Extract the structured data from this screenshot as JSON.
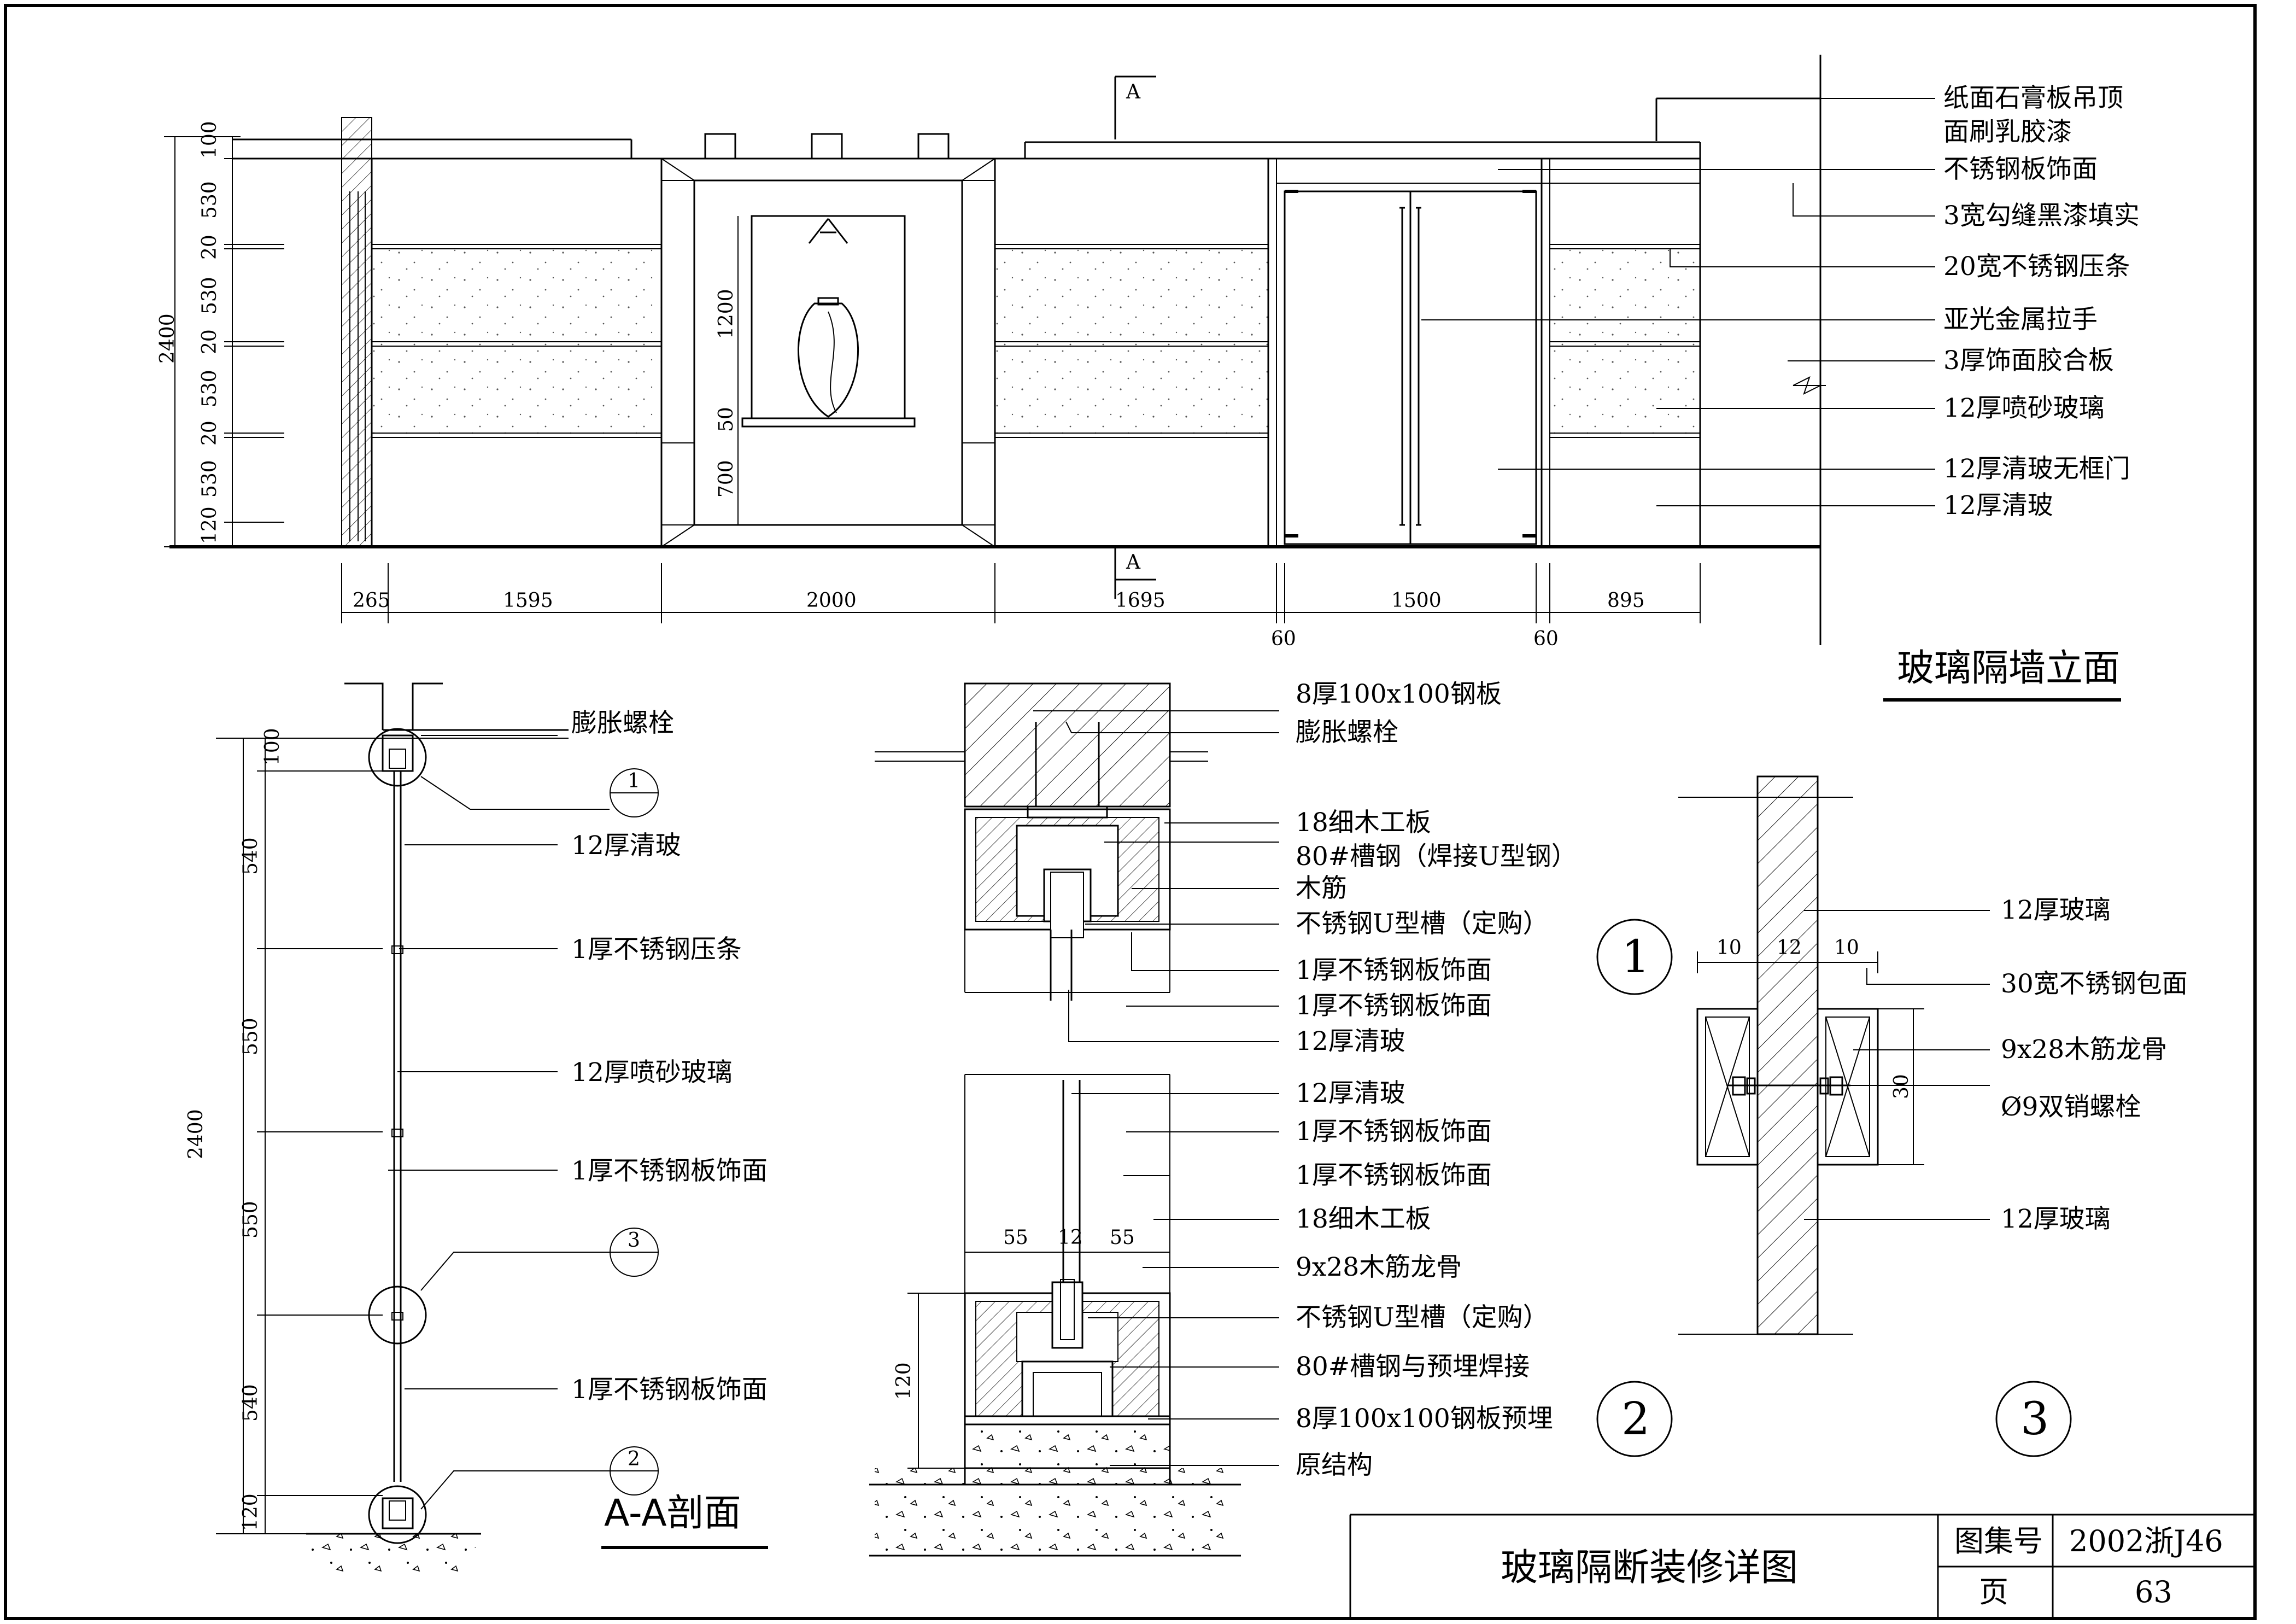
{
  "elevation": {
    "title": "玻璃隔墙立面",
    "section_mark": "A",
    "labels": [
      "纸面石膏板吊顶",
      "面刷乳胶漆",
      "不锈钢板饰面",
      "3宽勾缝黑漆填实",
      "20宽不锈钢压条",
      "亚光金属拉手",
      "3厚饰面胶合板",
      "12厚喷砂玻璃",
      "12厚清玻无框门",
      "12厚清玻"
    ],
    "vertical_dims": [
      "100",
      "530",
      "20",
      "530",
      "20",
      "530",
      "20",
      "530",
      "120"
    ],
    "overall_height": "2400",
    "niche_dims": [
      "1200",
      "50",
      "700"
    ],
    "horizontal_dims": [
      "265",
      "1595",
      "2000",
      "1695",
      "1500",
      "895"
    ],
    "small_dims": [
      "60",
      "60"
    ]
  },
  "section_aa": {
    "title": "A-A剖面",
    "labels": [
      "膨胀螺栓",
      "12厚清玻",
      "1厚不锈钢压条",
      "12厚喷砂玻璃",
      "1厚不锈钢板饰面",
      "1厚不锈钢板饰面"
    ],
    "dims": [
      "100",
      "540",
      "550",
      "550",
      "540",
      "120"
    ],
    "overall": "2400",
    "callouts": [
      "1",
      "3",
      "2"
    ]
  },
  "detail_1": {
    "number": "1",
    "labels": [
      "8厚100x100钢板",
      "膨胀螺栓",
      "18细木工板",
      "80#槽钢（焊接U型钢）",
      "木筋",
      "不锈钢U型槽（定购）",
      "1厚不锈钢板饰面",
      "1厚不锈钢板饰面",
      "12厚清玻"
    ]
  },
  "detail_2": {
    "number": "2",
    "labels": [
      "12厚清玻",
      "1厚不锈钢板饰面",
      "1厚不锈钢板饰面",
      "18细木工板",
      "9x28木筋龙骨",
      "不锈钢U型槽（定购）",
      "80#槽钢与预埋焊接",
      "8厚100x100钢板预埋",
      "原结构"
    ],
    "dims": [
      "55",
      "12",
      "55",
      "120"
    ]
  },
  "detail_3": {
    "number": "3",
    "labels": [
      "12厚玻璃",
      "30宽不锈钢包面",
      "9x28木筋龙骨",
      "Ø9双销螺栓",
      "12厚玻璃"
    ],
    "dims": [
      "10",
      "12",
      "10",
      "30"
    ]
  },
  "title_block": {
    "title": "玻璃隔断装修详图",
    "atlas_label": "图集号",
    "atlas_value": "2002浙J46",
    "page_label": "页",
    "page_value": "63"
  }
}
